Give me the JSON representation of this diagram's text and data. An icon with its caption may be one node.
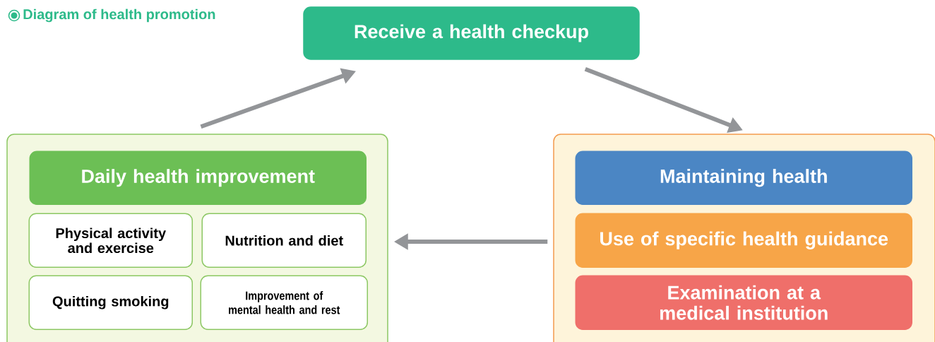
{
  "diagram": {
    "title": "Diagram of health promotion",
    "nodes": [
      {
        "text": [
          "Receive a health checkup"
        ]
      },
      {
        "text": [],
        "shape": "box"
      },
      {
        "text": [
          "Daily health improvement"
        ],
        "in": 1
      },
      {
        "text": [
          "Physical activity and exercise"
        ],
        "in": 1
      },
      {
        "text": [
          "Nutrition and diet"
        ],
        "in": 1
      },
      {
        "text": [
          "Quitting smoking"
        ],
        "in": 1
      },
      {
        "text": [
          "Improvement of mental health and rest"
        ],
        "in": 1
      },
      {
        "text": [],
        "shape": "box"
      },
      {
        "text": [
          "Maintaining health"
        ],
        "in": 7
      },
      {
        "text": [
          "Use of specific health guidance"
        ],
        "in": 7
      },
      {
        "text": [
          "Examination at a medical institution"
        ],
        "in": 7
      }
    ],
    "edges": [
      {
        "from": 1,
        "to": 0,
        "arrow": "to"
      },
      {
        "from": 0,
        "to": 7,
        "arrow": "to"
      },
      {
        "from": 7,
        "to": 1,
        "arrow": "to"
      }
    ]
  }
}
